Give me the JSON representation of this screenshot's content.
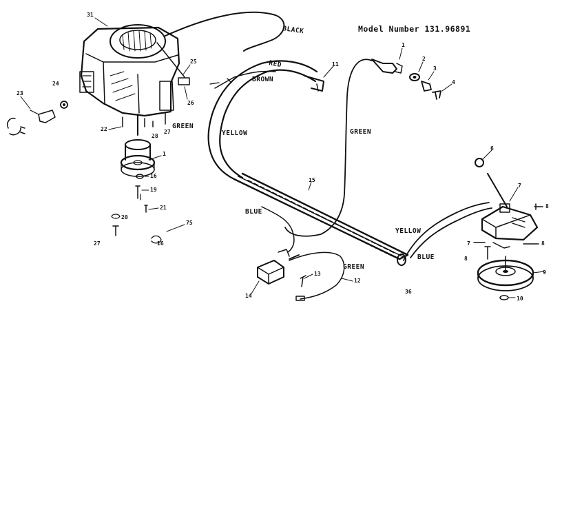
{
  "title": "Model Number 131.96891",
  "wire_labels": {
    "brown": "BROWN",
    "red": "RED",
    "yellow_left": "YELLOW",
    "green_engine": "GREEN",
    "green_center": "GREEN",
    "blue_left": "BLUE",
    "green_lower": "GREEN",
    "yellow_right": "YELLOW",
    "blue_right": "BLUE",
    "black_top": "BLACK"
  },
  "part_numbers": {
    "p1_top": "1",
    "p2": "2",
    "p3": "3",
    "p4": "4",
    "p1_pulley": "1",
    "p6": "6",
    "p7": "7",
    "p8_top": "8",
    "p8_right": "8",
    "p8_left": "8",
    "p7_right": "7",
    "p9": "9",
    "p10": "10",
    "p11": "11",
    "p12": "12",
    "p13": "13",
    "p14": "14",
    "p15": "15",
    "p16_engine": "16",
    "p16_lower": "16",
    "p19": "19",
    "p20": "20",
    "p21": "21",
    "p22": "22",
    "p23": "23",
    "p24": "24",
    "p25": "25",
    "p26": "26",
    "p27_engine": "27",
    "p27_lower": "27",
    "p28": "28",
    "p31": "31",
    "p36": "36",
    "p75": "75"
  }
}
